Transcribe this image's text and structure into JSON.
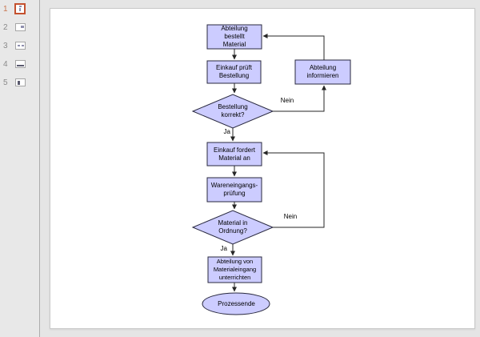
{
  "sidebar": {
    "slides": [
      {
        "number": "1",
        "selected": true
      },
      {
        "number": "2",
        "selected": false
      },
      {
        "number": "3",
        "selected": false
      },
      {
        "number": "4",
        "selected": false
      },
      {
        "number": "5",
        "selected": false
      }
    ]
  },
  "flowchart": {
    "nodes": {
      "start": "Abteilung bestellt Material",
      "check_order": "Einkauf prüft Bestellung",
      "decision_order": "Bestellung korrekt?",
      "inform_dept": "Abteilung informieren",
      "request_material": "Einkauf fordert Material an",
      "goods_inspection": "Wareneingangs-prüfung",
      "decision_material": "Material in Ordnung?",
      "notify_dept": "Abteilung von Materialeingang unterrichten",
      "end": "Prozessende"
    },
    "edge_labels": {
      "yes1": "Ja",
      "no1": "Nein",
      "yes2": "Ja",
      "no2": "Nein"
    },
    "colors": {
      "node_fill": "#CCCCFF",
      "node_border": "#28283E",
      "connector": "#262626",
      "selected_thumb_border": "#C4512F"
    }
  }
}
